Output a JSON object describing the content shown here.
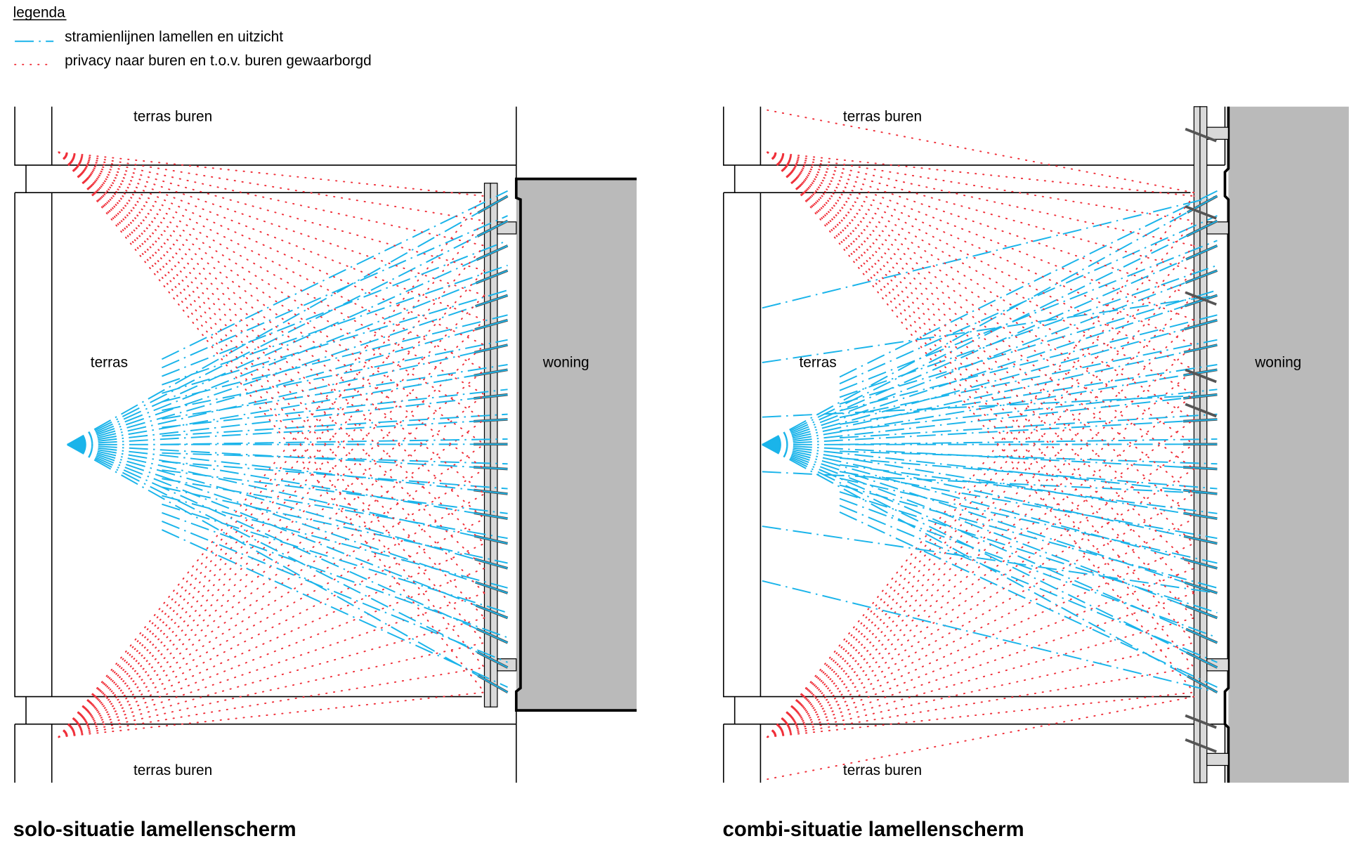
{
  "legend": {
    "title": "legenda",
    "items": [
      {
        "label": "stramienlijnen lamellen en uitzicht",
        "style": "dash-dot",
        "color": "#1ab4ea"
      },
      {
        "label": "privacy naar buren en t.o.v. buren gewaarborgd",
        "style": "dotted",
        "color": "#f0303a"
      }
    ]
  },
  "diagrams": [
    {
      "title": "solo-situatie lamellenscherm",
      "top_label": "terras buren",
      "bottom_label": "terras buren",
      "terrace_label": "terras",
      "house_label": "woning"
    },
    {
      "title": "combi-situatie lamellenscherm",
      "top_label": "terras buren",
      "bottom_label": "terras buren",
      "terrace_label": "terras",
      "house_label": "woning"
    }
  ],
  "colors": {
    "house": "#bababa",
    "screen": "#d9d9d9"
  }
}
